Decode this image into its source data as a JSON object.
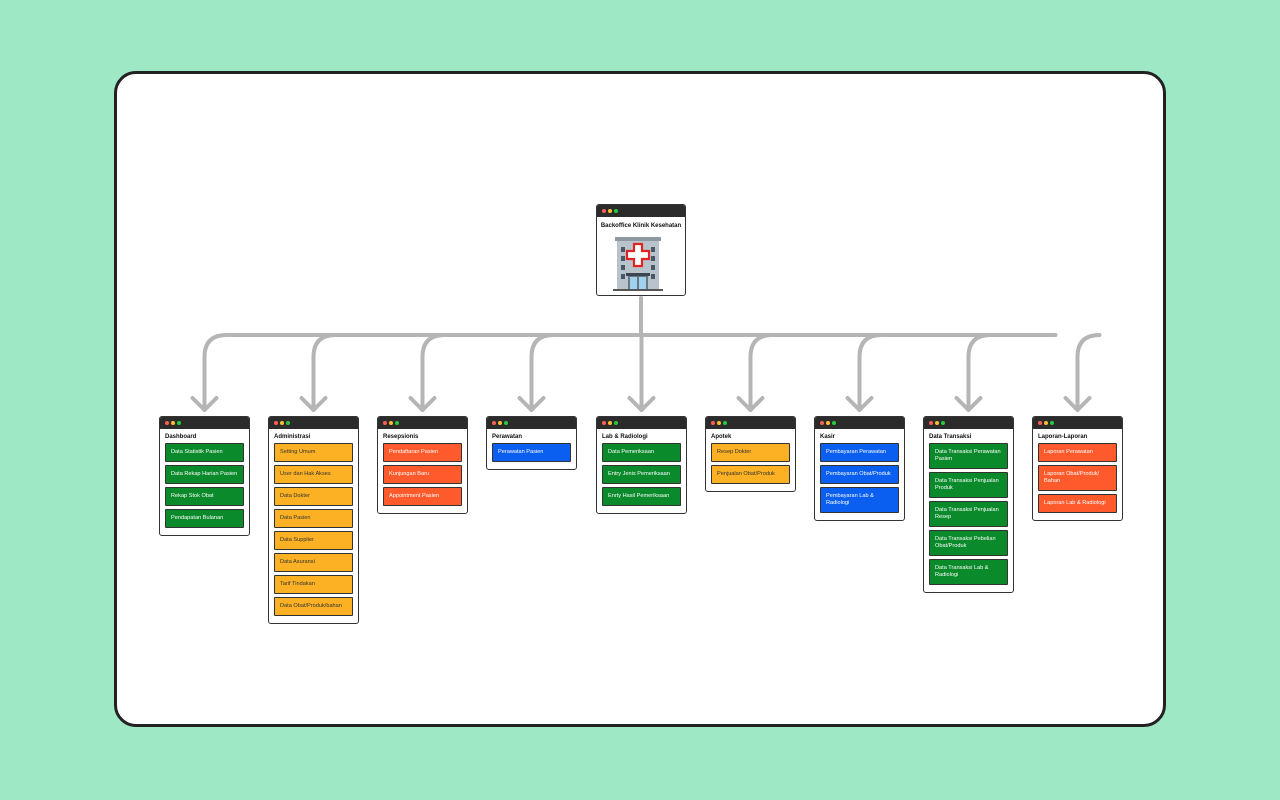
{
  "colors": {
    "background": "#9ee8c6",
    "green": "#0a8a2a",
    "orange": "#fbb123",
    "red": "#ff5a2c",
    "blue": "#0a5ff0",
    "connector": "#b5b5b5"
  },
  "root": {
    "title": "Backoffice Klinik Kesehatan",
    "icon": "hospital-icon"
  },
  "modules": [
    {
      "title": "Dashboard",
      "items": [
        {
          "label": "Data Statistik Pasien",
          "color": "green"
        },
        {
          "label": "Data Rekap Harian Pasien",
          "color": "green"
        },
        {
          "label": "Rekap Stok Obat",
          "color": "green"
        },
        {
          "label": "Pendapatan Bulanan",
          "color": "green"
        }
      ]
    },
    {
      "title": "Administrasi",
      "items": [
        {
          "label": "Setting Umum",
          "color": "orange"
        },
        {
          "label": "User dan Hak Akses",
          "color": "orange"
        },
        {
          "label": "Data Dokter",
          "color": "orange"
        },
        {
          "label": "Data Pasien",
          "color": "orange"
        },
        {
          "label": "Data Supplier",
          "color": "orange"
        },
        {
          "label": "Data Asuransi",
          "color": "orange"
        },
        {
          "label": "Tarif Tindakan",
          "color": "orange"
        },
        {
          "label": "Data Obat/Produk/bahan",
          "color": "orange"
        }
      ]
    },
    {
      "title": "Resepsionis",
      "items": [
        {
          "label": "Pendaftaran Pasien",
          "color": "red"
        },
        {
          "label": "Kunjungan Baru",
          "color": "red"
        },
        {
          "label": "Appointment Pasien",
          "color": "red"
        }
      ]
    },
    {
      "title": "Perawatan",
      "items": [
        {
          "label": "Perawatan Pasien",
          "color": "blue"
        }
      ]
    },
    {
      "title": "Lab & Radiologi",
      "items": [
        {
          "label": "Data Pemeriksaan",
          "color": "green"
        },
        {
          "label": "Entry Jenis Pemeriksaan",
          "color": "green"
        },
        {
          "label": "Enrty Hasil Pemeriksaan",
          "color": "green"
        }
      ]
    },
    {
      "title": "Apotek",
      "items": [
        {
          "label": "Resep Dokter",
          "color": "orange"
        },
        {
          "label": "Penjualan Obat/Produk",
          "color": "orange"
        }
      ]
    },
    {
      "title": "Kasir",
      "items": [
        {
          "label": "Pembayaran Perawatan",
          "color": "blue"
        },
        {
          "label": "Pembayaran Obat/Produk",
          "color": "blue"
        },
        {
          "label": "Pembayaran Lab & Radiologi",
          "color": "blue"
        }
      ]
    },
    {
      "title": "Data Transaksi",
      "items": [
        {
          "label": "Data Transaksi Perawatan Pasien",
          "color": "green"
        },
        {
          "label": "Data Transaksi Penjualan Produk",
          "color": "green"
        },
        {
          "label": "Data Transaksi Penjualan Resep",
          "color": "green"
        },
        {
          "label": "Data Transaksi Pebelian Obat/Produk",
          "color": "green"
        },
        {
          "label": "Data Transaksi Lab & Radiologi",
          "color": "green"
        }
      ]
    },
    {
      "title": "Laporan-Laporan",
      "items": [
        {
          "label": "Laporan Perawatan",
          "color": "red"
        },
        {
          "label": "Laporan Obat/Produk/ Bahan",
          "color": "red"
        },
        {
          "label": "Laporan Lab & Radiologi",
          "color": "red"
        }
      ]
    }
  ]
}
